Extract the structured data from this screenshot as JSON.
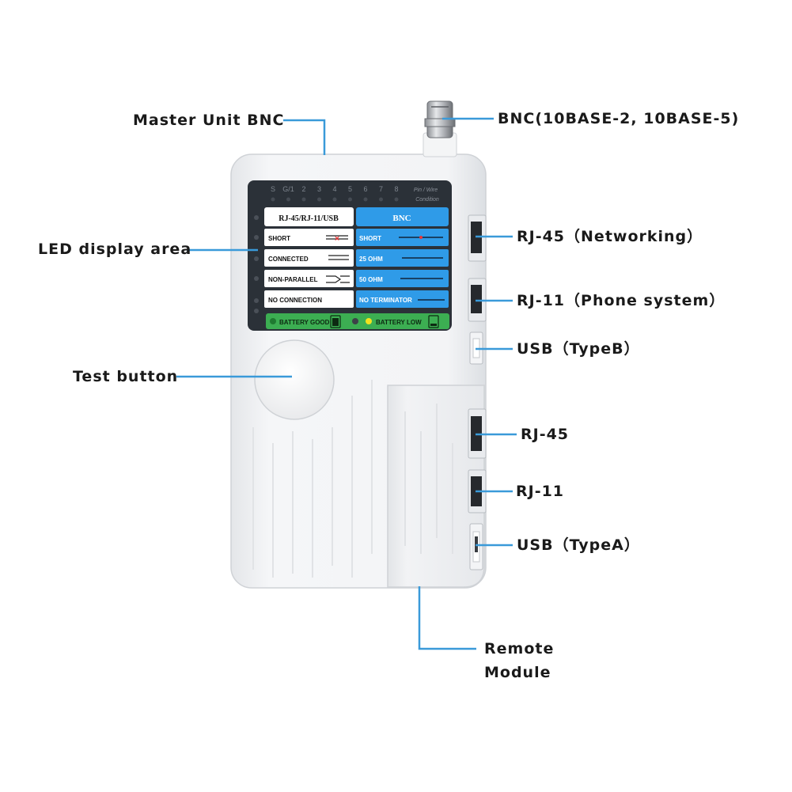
{
  "callouts": {
    "master_unit_bnc": "Master Unit BNC",
    "bnc_standard": "BNC(10BASE-2, 10BASE-5)",
    "led_display": "LED display area",
    "rj45_networking": "RJ-45（Networking）",
    "rj11_phone": "RJ-11（Phone system）",
    "usb_typeb": "USB（TypeB）",
    "test_button": "Test button",
    "rj45_remote": "RJ-45",
    "rj11_remote": "RJ-11",
    "usb_typea": "USB（TypeA）",
    "remote_module_line1": "Remote",
    "remote_module_line2": "Module"
  },
  "panel": {
    "led_numbers": [
      "S",
      "G/1",
      "2",
      "3",
      "4",
      "5",
      "6",
      "7",
      "8"
    ],
    "pin_wire_line1": "Pin / Wire",
    "pin_wire_line2": "Condition",
    "left_header": "RJ-45/RJ-11/USB",
    "right_header": "BNC",
    "left_rows": [
      "SHORT",
      "CONNECTED",
      "NON-PARALLEL",
      "NO CONNECTION"
    ],
    "right_rows": [
      "SHORT",
      "25 OHM",
      "50 OHM",
      "NO TERMINATOR"
    ],
    "battery_good": "BATTERY GOOD",
    "battery_low": "BATTERY LOW"
  },
  "colors": {
    "callout_line": "#3a9ad9",
    "bnc_panel": "#2f9be8",
    "battery_strip": "#3cae52",
    "panel_bg": "#2b3138",
    "device_body": "#f1f2f4"
  }
}
